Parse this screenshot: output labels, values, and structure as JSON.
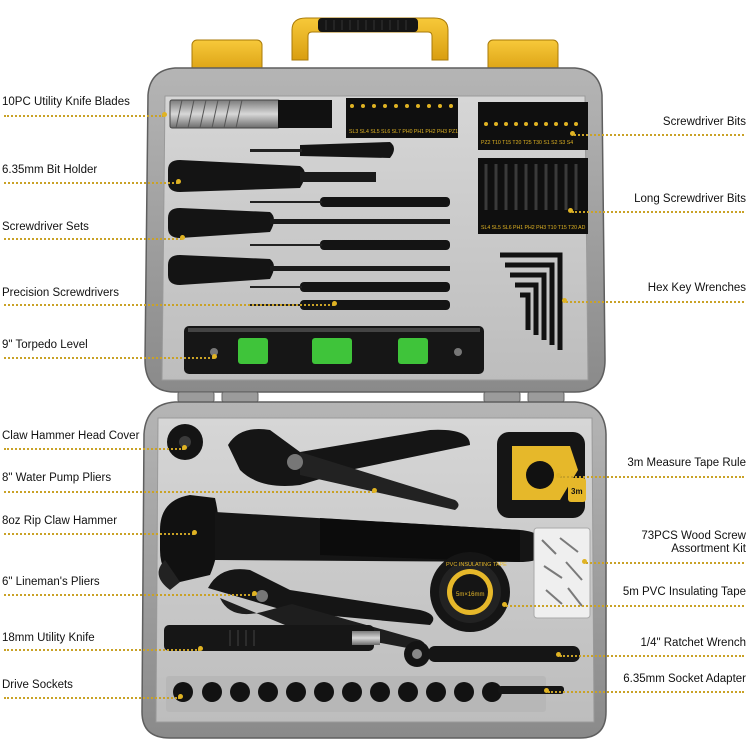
{
  "labels": {
    "left": [
      "10PC Utility Knife Blades",
      "6.35mm Bit Holder",
      "Screwdriver Sets",
      "Precision Screwdrivers",
      "9\" Torpedo Level",
      "Claw Hammer Head Cover",
      "8\" Water Pump Pliers",
      "8oz Rip Claw Hammer",
      "6\" Lineman's Pliers",
      "18mm Utility Knife",
      "Drive Sockets"
    ],
    "right": [
      "Screwdriver Bits",
      "Long Screwdriver Bits",
      "Hex Key Wrenches",
      "3m Measure Tape Rule",
      "73PCS Wood Screw",
      "Assortment Kit",
      "5m PVC Insulating Tape",
      "1/4\" Ratchet Wrench",
      "6.35mm Socket Adapter"
    ]
  },
  "printed": {
    "bits_row1": "SL3 SL4 SL5 SL6 SL7 PH0 PH1 PH2 PH3 PZ1",
    "bits_row2": "PZ2 T10 T15 T20 T25 T30 S1 S2 S3 S4",
    "long_bits": "SL4 SL5 SL6 PH1 PH2 PH3 T10 T15 T20 AD",
    "tape_text": "PVC INSULATING TAPE",
    "tape_size": "5m×16mm",
    "measure_size": "3m"
  },
  "colors": {
    "case_shell": "#8d8d8d",
    "case_tray": "#c9c9c9",
    "handle": "#f2b81c",
    "tool_black": "#141414",
    "accent_yellow": "#e0b323",
    "level_green": "#3fc43a"
  }
}
